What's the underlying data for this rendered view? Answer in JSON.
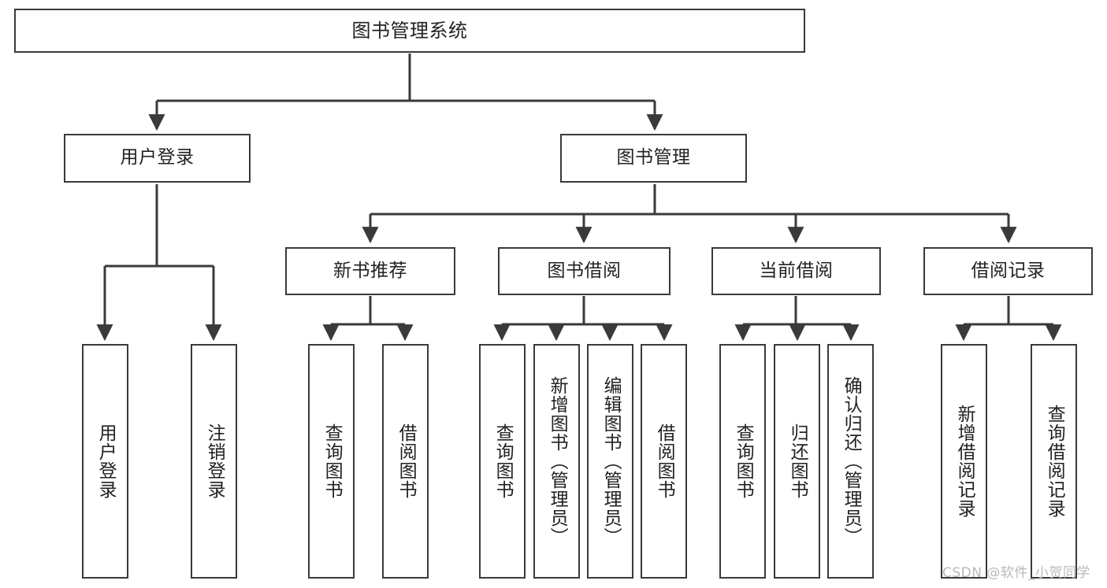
{
  "diagram": {
    "title": "图书管理系统",
    "type": "tree-hierarchy-chart",
    "orientation": "top-down",
    "colors": {
      "box_border": "#3a3a3a",
      "box_fill": "#ffffff",
      "edge": "#3a3a3a",
      "text": "#222222",
      "watermark": "#b9b9b9",
      "background": "#ffffff"
    }
  },
  "root": {
    "label": "图书管理系统"
  },
  "level2": [
    {
      "label": "用户登录"
    },
    {
      "label": "图书管理"
    }
  ],
  "level3": [
    {
      "label": "新书推荐"
    },
    {
      "label": "图书借阅"
    },
    {
      "label": "当前借阅"
    },
    {
      "label": "借阅记录"
    }
  ],
  "leaves": {
    "user_login": [
      {
        "label": "用户登录"
      },
      {
        "label": "注销登录"
      }
    ],
    "new_book_recommend": [
      {
        "label": "查询图书"
      },
      {
        "label": "借阅图书"
      }
    ],
    "book_borrow": [
      {
        "label": "查询图书"
      },
      {
        "label": "新增图书（管理员）"
      },
      {
        "label": "编辑图书（管理员）"
      },
      {
        "label": "借阅图书"
      }
    ],
    "current_borrow": [
      {
        "label": "查询图书"
      },
      {
        "label": "归还图书"
      },
      {
        "label": "确认归还（管理员）"
      }
    ],
    "borrow_record": [
      {
        "label": "新增借阅记录"
      },
      {
        "label": "查询借阅记录"
      }
    ]
  },
  "watermark": {
    "text": "CSDN @软件_小贺同学"
  }
}
